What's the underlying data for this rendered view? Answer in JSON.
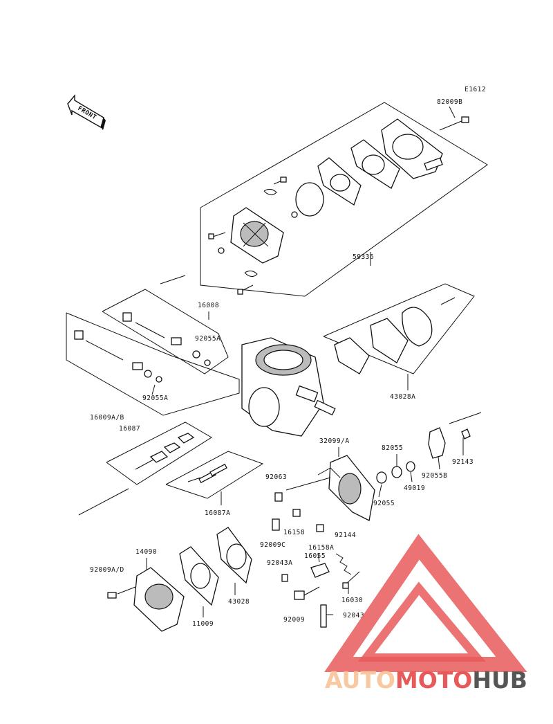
{
  "diagram": {
    "code": "E1612",
    "front_label": "FRONT",
    "parts": {
      "p82009B": "82009B",
      "p59336": "59336",
      "p16008": "16008",
      "p92055A_top": "92055A",
      "p16009AB": "16009A/B",
      "p92055A_left": "92055A",
      "p43028A": "43028A",
      "p16087": "16087",
      "p16087A": "16087A",
      "p32099A": "32099/A",
      "p82055": "82055",
      "p92063": "92063",
      "p92055": "92055",
      "p49019": "49019",
      "p92055B": "92055B",
      "p92143": "92143",
      "p16158": "16158",
      "p92009C": "92009C",
      "p92144": "92144",
      "p16158A": "16158A",
      "p14090": "14090",
      "p92009AD": "92009A/D",
      "p92043A": "92043A",
      "p16055": "16055",
      "p43028": "43028",
      "p16030": "16030",
      "p11009": "11009",
      "p92009": "92009",
      "p92043": "92043"
    }
  },
  "watermark": {
    "part1": "AUTO",
    "part2": "MOTO",
    "part3": "HUB",
    "color_light": "#f8c8a0",
    "color_red": "#e85a5a",
    "color_dark": "#555555"
  }
}
